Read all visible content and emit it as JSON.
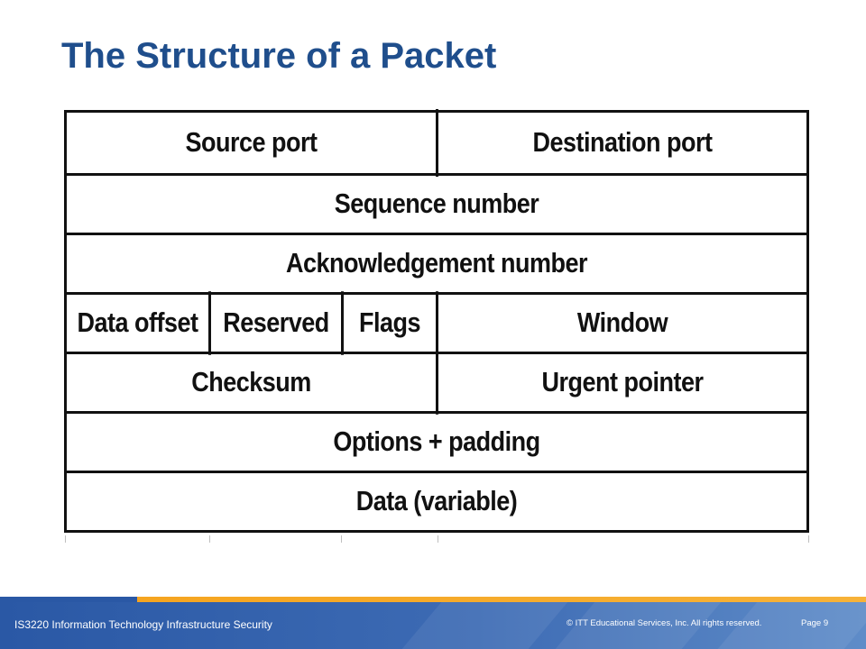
{
  "slide": {
    "title": "The Structure of a Packet"
  },
  "packet": {
    "rows": [
      [
        "Source port",
        "Destination port"
      ],
      [
        "Sequence number"
      ],
      [
        "Acknowledgement number"
      ],
      [
        "Data offset",
        "Reserved",
        "Flags",
        "Window"
      ],
      [
        "Checksum",
        "Urgent pointer"
      ],
      [
        "Options + padding"
      ],
      [
        "Data (variable)"
      ]
    ]
  },
  "footer": {
    "course": "IS3220 Information Technology Infrastructure Security",
    "copyright": "© ITT Educational Services, Inc. All rights reserved.",
    "page": "Page 9"
  },
  "colors": {
    "title": "#1f4e8c",
    "footer_bar": "#2a58a5",
    "footer_accent": "#f5a21b",
    "table_border": "#111111"
  }
}
